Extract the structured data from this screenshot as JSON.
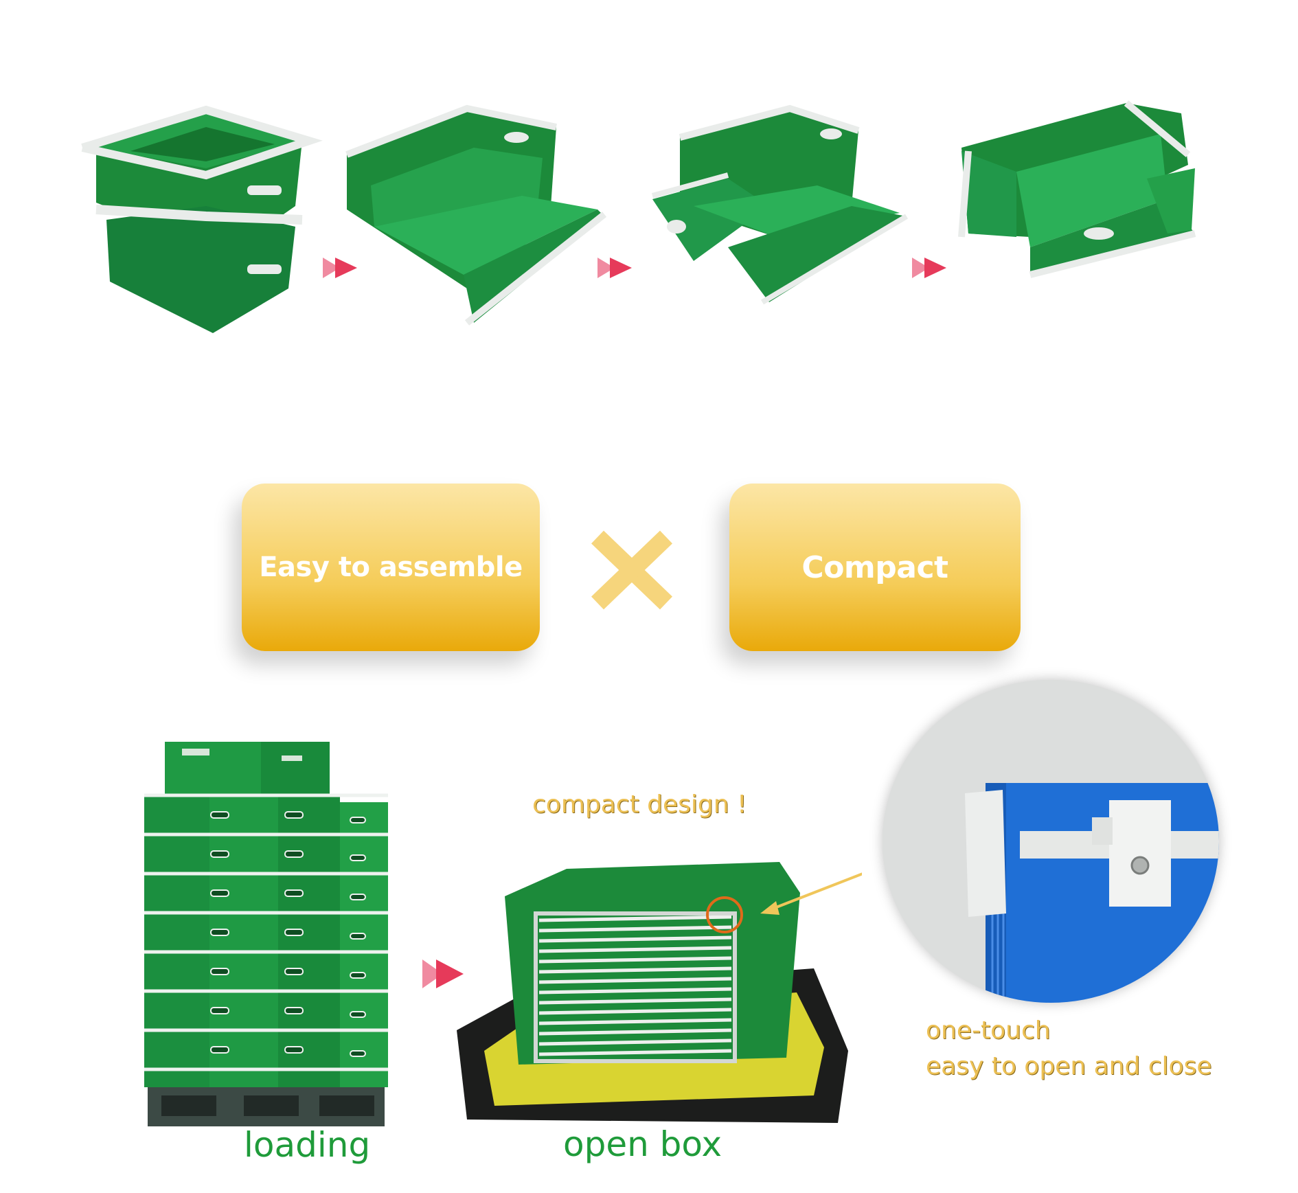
{
  "features": {
    "left_label": "Easy to assemble",
    "right_label": "Compact",
    "connector": "×"
  },
  "captions": {
    "compact_design": "compact design !",
    "loading": "loading",
    "open_box": "open box",
    "one_touch_line1": "one-touch",
    "one_touch_line2": "easy to open and close"
  },
  "colors": {
    "box_green": "#1c8a3a",
    "trim_white": "#e9ecea",
    "pill_gold": "#f5cc58",
    "arrow_pink": "#e63a5a",
    "caption_green": "#1f9b3a",
    "caption_gold": "#ecc054",
    "blue_panel": "#1f6fd6",
    "pallet_yellow": "#d9d431"
  },
  "icons": {
    "next_step": "double-arrow-icon",
    "times": "cross-icon",
    "highlight": "highlight-circle-icon"
  }
}
